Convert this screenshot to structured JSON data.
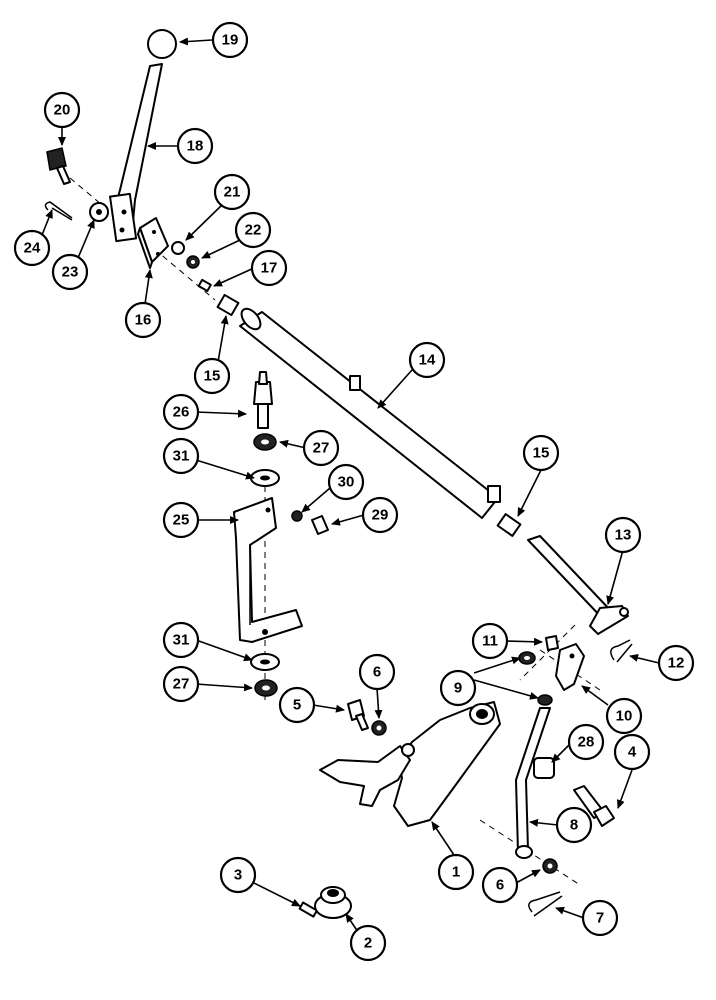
{
  "callouts": [
    {
      "id": "c19",
      "label": "19"
    },
    {
      "id": "c20",
      "label": "20"
    },
    {
      "id": "c18",
      "label": "18"
    },
    {
      "id": "c21",
      "label": "21"
    },
    {
      "id": "c22",
      "label": "22"
    },
    {
      "id": "c24",
      "label": "24"
    },
    {
      "id": "c23",
      "label": "23"
    },
    {
      "id": "c17",
      "label": "17"
    },
    {
      "id": "c16",
      "label": "16"
    },
    {
      "id": "c15a",
      "label": "15"
    },
    {
      "id": "c14",
      "label": "14"
    },
    {
      "id": "c26",
      "label": "26"
    },
    {
      "id": "c27a",
      "label": "27"
    },
    {
      "id": "c31a",
      "label": "31"
    },
    {
      "id": "c15b",
      "label": "15"
    },
    {
      "id": "c30",
      "label": "30"
    },
    {
      "id": "c29",
      "label": "29"
    },
    {
      "id": "c25",
      "label": "25"
    },
    {
      "id": "c13",
      "label": "13"
    },
    {
      "id": "c11",
      "label": "11"
    },
    {
      "id": "c12",
      "label": "12"
    },
    {
      "id": "c31b",
      "label": "31"
    },
    {
      "id": "c6a",
      "label": "6"
    },
    {
      "id": "c9",
      "label": "9"
    },
    {
      "id": "c27b",
      "label": "27"
    },
    {
      "id": "c10",
      "label": "10"
    },
    {
      "id": "c5",
      "label": "5"
    },
    {
      "id": "c28",
      "label": "28"
    },
    {
      "id": "c4",
      "label": "4"
    },
    {
      "id": "c8",
      "label": "8"
    },
    {
      "id": "c1",
      "label": "1"
    },
    {
      "id": "c6b",
      "label": "6"
    },
    {
      "id": "c3",
      "label": "3"
    },
    {
      "id": "c7",
      "label": "7"
    },
    {
      "id": "c2",
      "label": "2"
    }
  ]
}
